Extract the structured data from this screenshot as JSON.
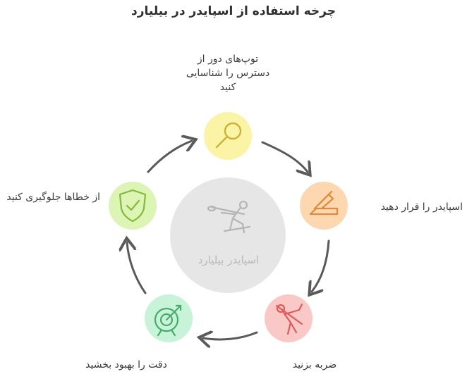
{
  "title": "چرخه استفاده از اسپایدر در بیلیارد",
  "center": {
    "label": "اسپایدر بیلیارد",
    "icon": "pool-player-icon"
  },
  "steps": [
    {
      "label": "توپ‌های دور از دسترس را شناسایی کنید",
      "icon": "magnifier-icon",
      "color": "#fbf3a6",
      "stroke": "#c9b33a"
    },
    {
      "label": "اسپایدر را قرار دهید",
      "icon": "spider-rest-icon",
      "color": "#fdd7b0",
      "stroke": "#e08a3c"
    },
    {
      "label": "ضربه بزنید",
      "icon": "player-strike-icon",
      "color": "#fbc8c8",
      "stroke": "#e05a5a"
    },
    {
      "label": "دقت را بهبود بخشید",
      "icon": "target-icon",
      "color": "#c7f3d8",
      "stroke": "#4aaa6e"
    },
    {
      "label": "از خطاها جلوگیری کنید",
      "icon": "shield-check-icon",
      "color": "#dcf5b5",
      "stroke": "#86b83c"
    }
  ],
  "colors": {
    "arrow": "#5a5a5a",
    "center_fill": "#e6e6e6",
    "center_icon": "#b5b5b5"
  }
}
